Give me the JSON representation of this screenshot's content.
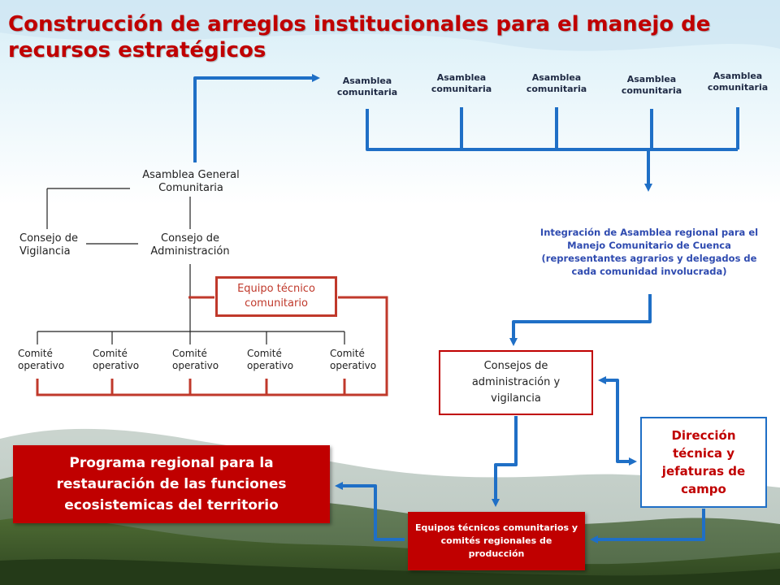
{
  "title": "Construcción de arreglos institucionales para el manejo de recursos estratégicos",
  "assemblies": [
    "Asamblea comunitaria",
    "Asamblea comunitaria",
    "Asamblea comunitaria",
    "Asamblea comunitaria",
    "Asamblea comunitaria"
  ],
  "org_chart": {
    "general": "Asamblea General Comunitaria",
    "vigilancia": "Consejo de Vigilancia",
    "administracion": "Consejo de Administración",
    "equipo_tecnico": "Equipo técnico comunitario",
    "comites": [
      "Comité operativo",
      "Comité operativo",
      "Comité operativo",
      "Comité operativo",
      "Comité operativo"
    ]
  },
  "regional_assembly": "Integración de Asamblea regional para el Manejo Comunitario de Cuenca (representantes agrarios y delegados de cada comunidad involucrada)",
  "consejos": "Consejos de administración y vigilancia",
  "direccion": "Dirección técnica y jefaturas de campo",
  "programa": "Programa regional para la restauración de las funciones ecosistemicas del territorio",
  "equipos": "Equipos técnicos comunitarios y comités regionales de producción",
  "colors": {
    "title": "#c00000",
    "arrow_blue": "#1f6fc6",
    "org_red": "#c0392b",
    "box_red": "#c00000",
    "regional_text": "#2f4bb0"
  }
}
